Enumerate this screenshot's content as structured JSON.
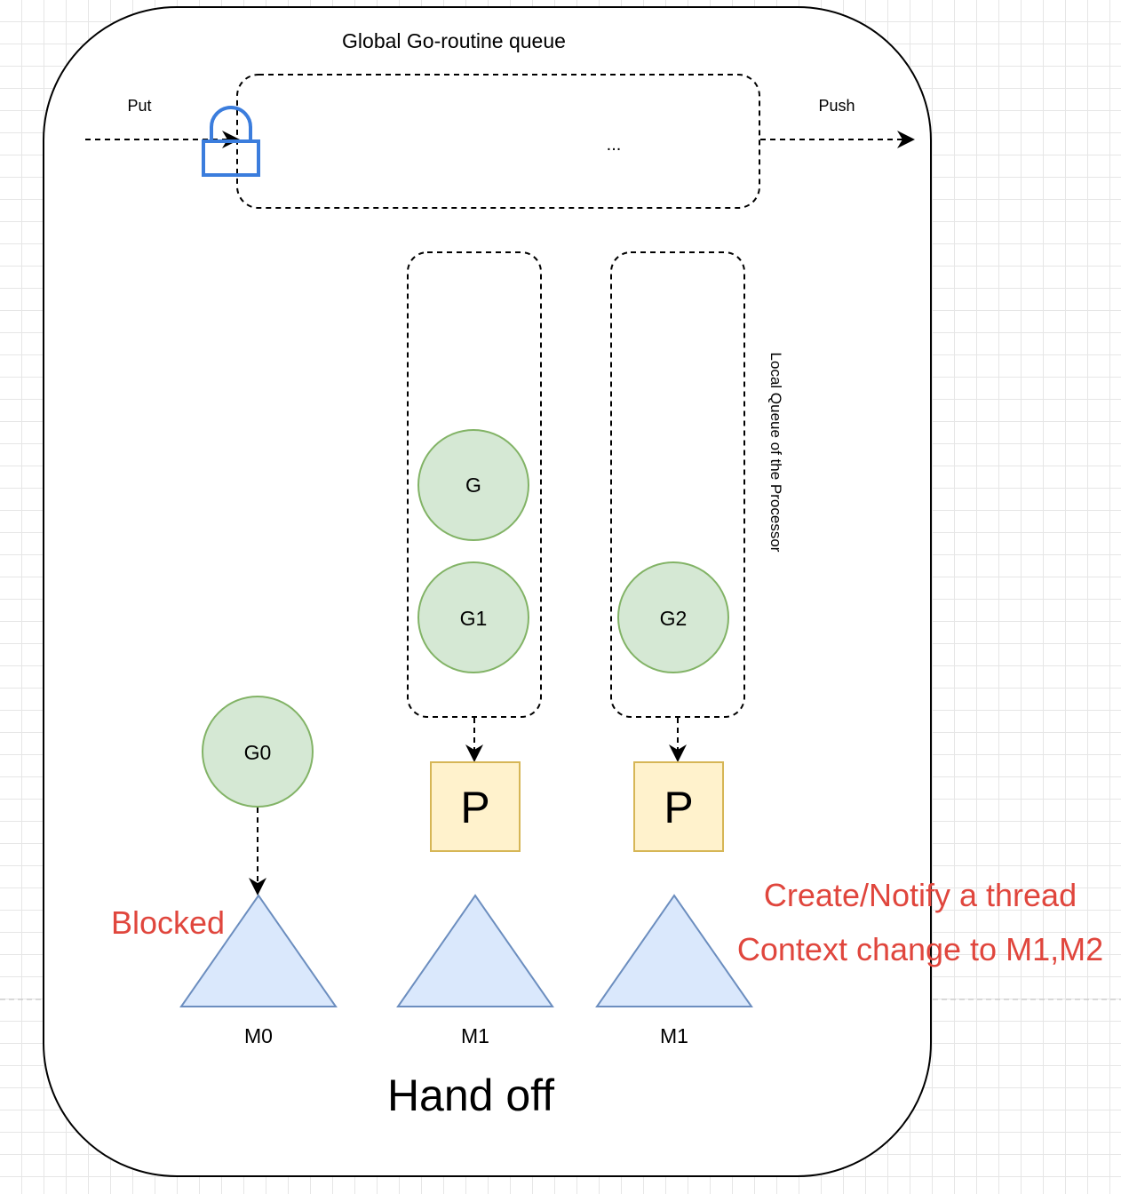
{
  "global_queue": {
    "title": "Global Go-routine queue",
    "put_label": "Put",
    "push_label": "Push",
    "ellipsis": "..."
  },
  "local_queue_label": "Local Queue of the Processor",
  "goroutines": {
    "g": "G",
    "g0": "G0",
    "g1": "G1",
    "g2": "G2"
  },
  "processors": {
    "p1": "P",
    "p2": "P"
  },
  "threads": {
    "m0": "M0",
    "m1": "M1",
    "m2": "M1"
  },
  "annotations": {
    "blocked": "Blocked",
    "create_notify": "Create/Notify a thread",
    "context_change": "Context change to M1,M2"
  },
  "caption": "Hand off",
  "colors": {
    "goroutine_fill": "#d5e8d4",
    "goroutine_stroke": "#82b366",
    "processor_fill": "#fff2cc",
    "processor_stroke": "#d6b656",
    "thread_fill": "#dae8fc",
    "thread_stroke": "#6c8ebf",
    "lock_stroke": "#3b7ddd",
    "annotation_red": "#e0463d"
  }
}
